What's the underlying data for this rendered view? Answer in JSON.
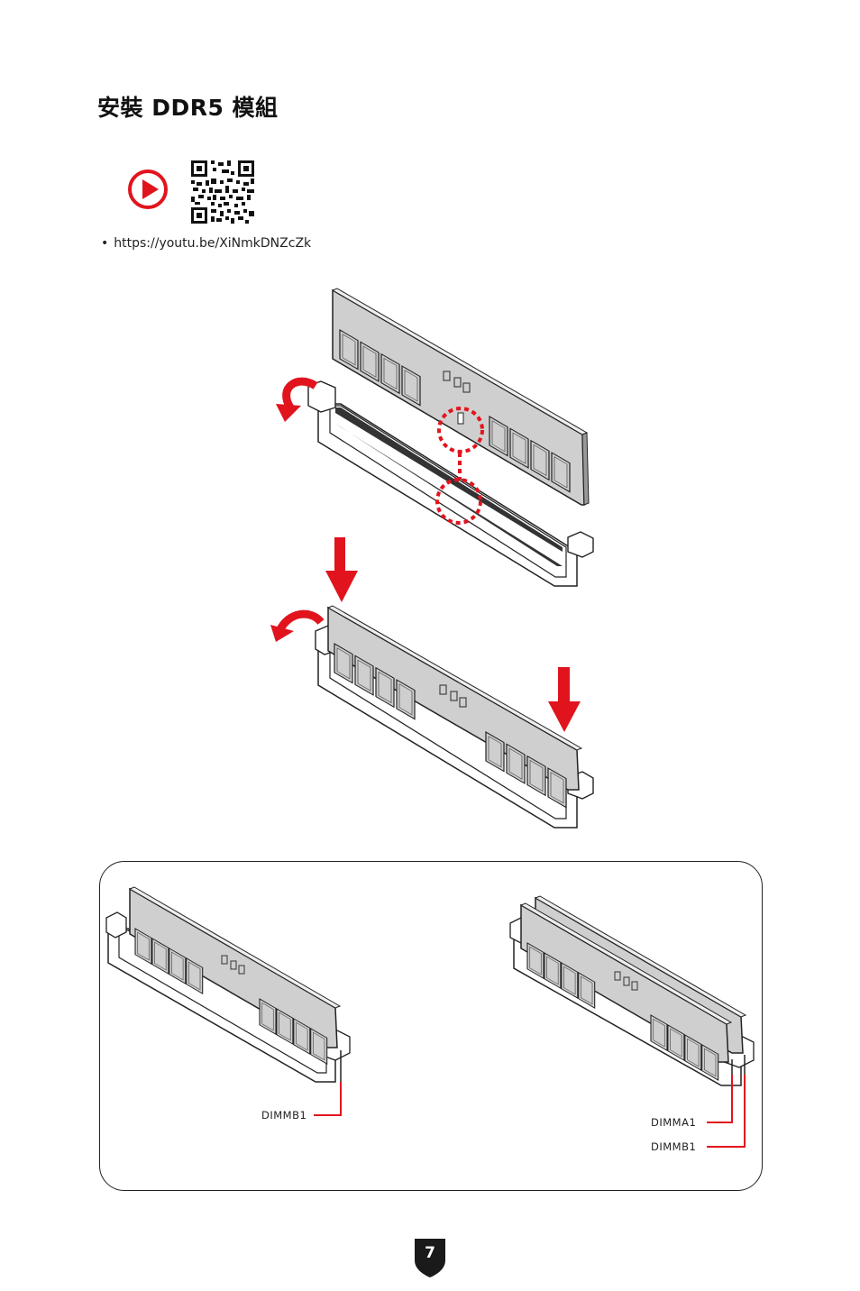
{
  "title": "安裝 DDR5 模組",
  "video": {
    "link_text": "https://youtu.be/XiNmkDNZcZk",
    "bullet": "•"
  },
  "icons": {
    "play": "play-button-icon",
    "qr": "qr-code-icon"
  },
  "labels": {
    "left_slot": "DIMMB1",
    "right_slot_a": "DIMMA1",
    "right_slot_b": "DIMMB1"
  },
  "page_number": "7",
  "colors": {
    "accent_red": "#e1141e",
    "module_gray": "#cfcfcf",
    "line": "#222222"
  }
}
